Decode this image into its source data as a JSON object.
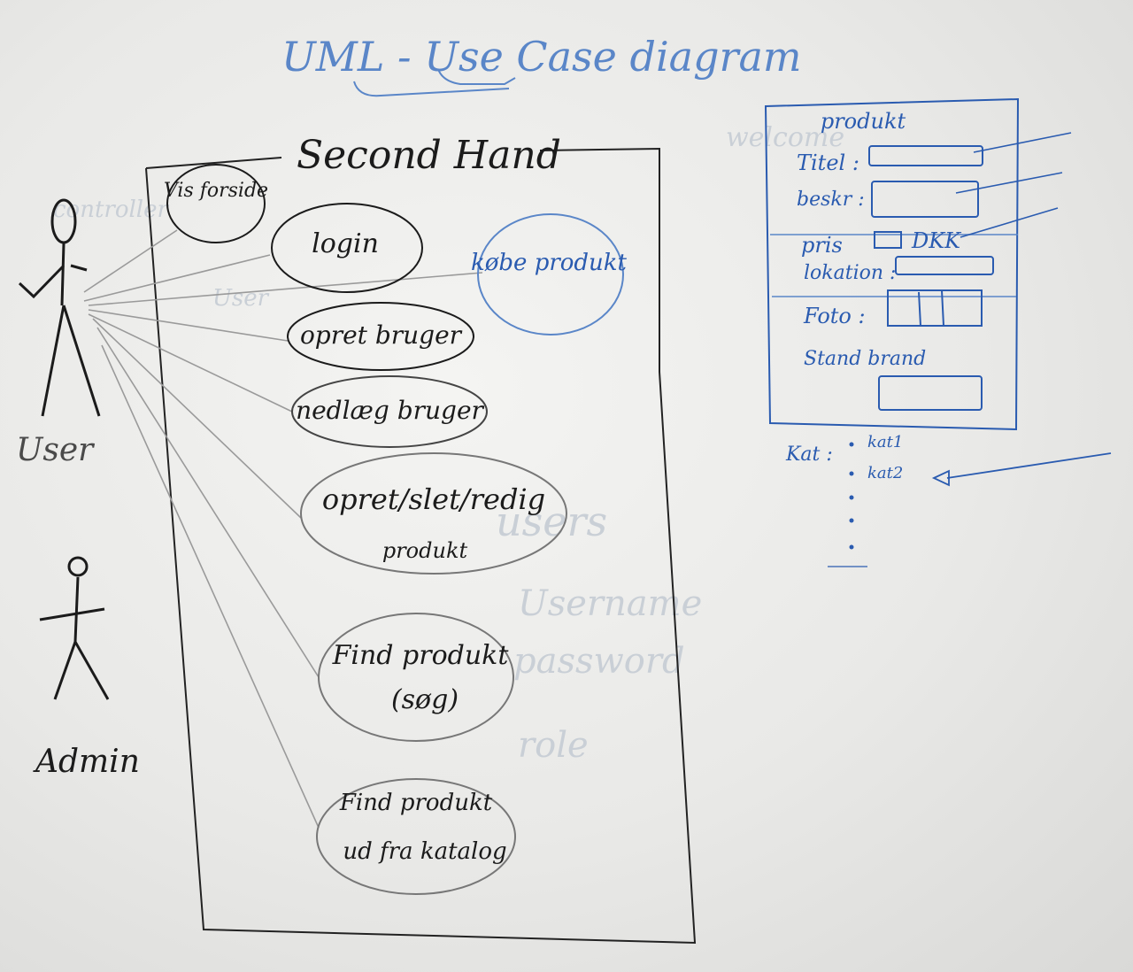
{
  "title": "UML - Use Case diagram",
  "system_name": "Second Hand",
  "actors": [
    {
      "label": "User"
    },
    {
      "label": "Admin"
    }
  ],
  "use_cases": [
    {
      "label": "Vis forside"
    },
    {
      "label": "login"
    },
    {
      "label": "købe produkt"
    },
    {
      "label": "opret bruger"
    },
    {
      "label": "nedlæg bruger"
    },
    {
      "label": "opret/slet/redig",
      "sub": "produkt"
    },
    {
      "label": "Find produkt",
      "sub": "(søg)"
    },
    {
      "label": "Find produkt",
      "sub": "ud fra katalog"
    }
  ],
  "form": {
    "title": "produkt",
    "fields": [
      "Titel :",
      "beskr :",
      "pris",
      "lokation :",
      "Foto :",
      "Stand brand"
    ],
    "currency": "DKK",
    "kat_label": "Kat :",
    "kat_items": [
      "kat1",
      "kat2"
    ]
  },
  "ghost_text": [
    "Username",
    "password",
    "role",
    "users",
    "User",
    "controller",
    "welcome"
  ],
  "colors": {
    "black_marker": "#1b1b1b",
    "blue_marker": "#2a5bb0",
    "ghost": "#c9cfd6"
  }
}
